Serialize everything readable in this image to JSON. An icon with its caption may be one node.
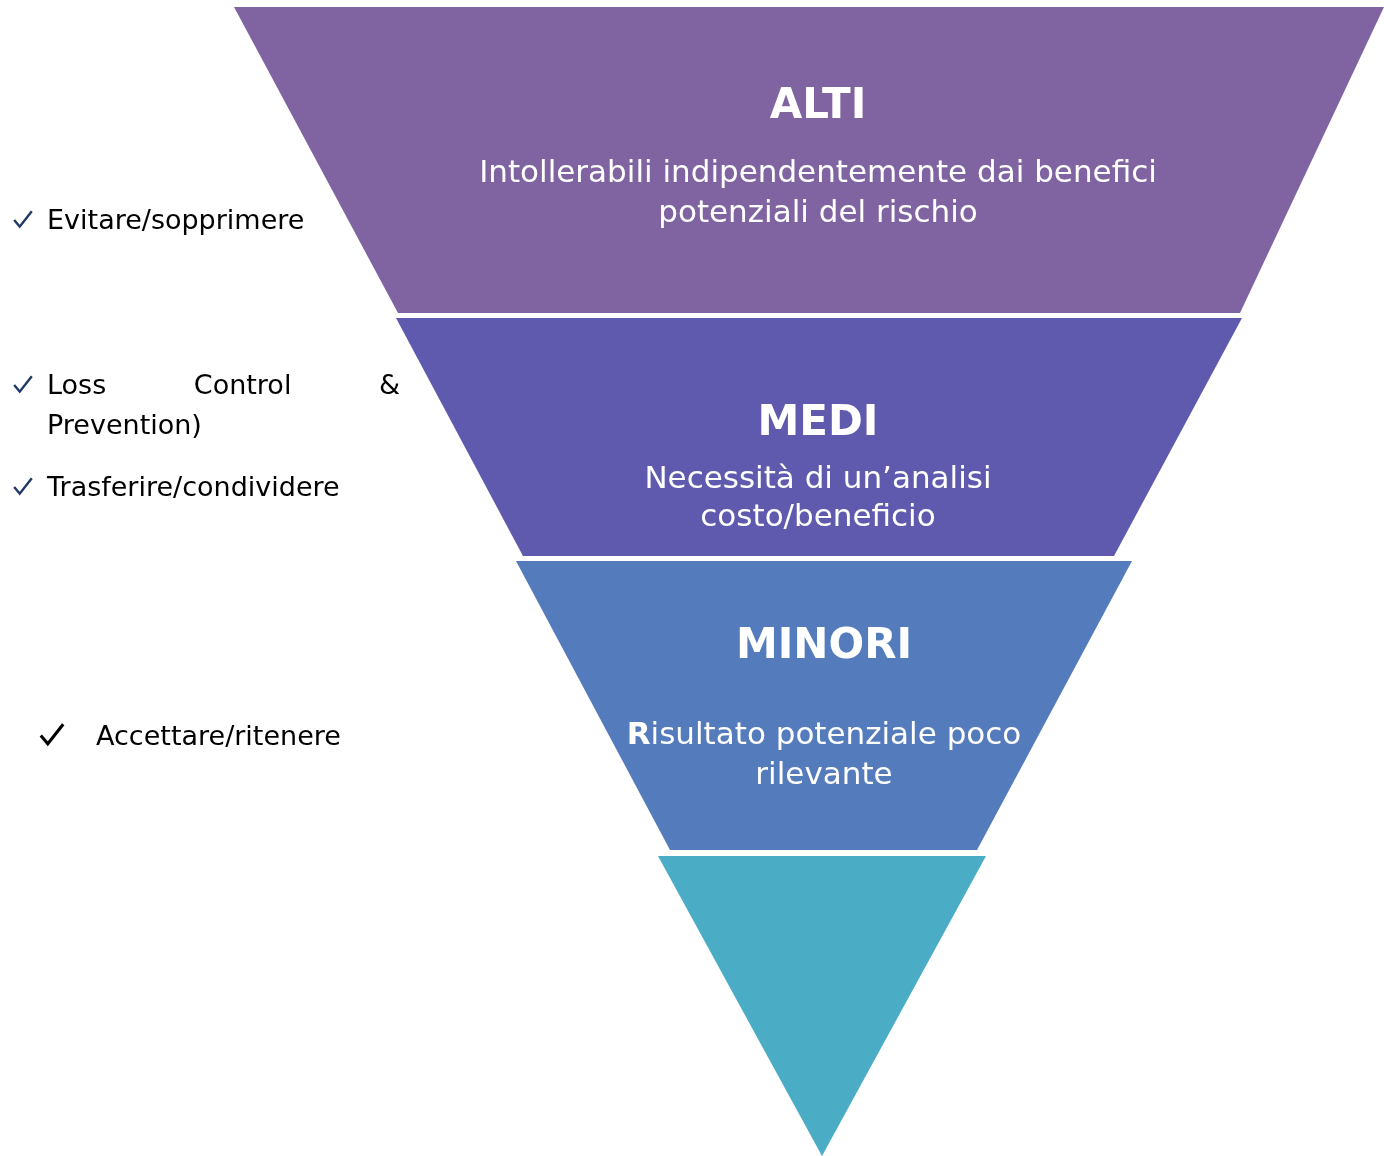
{
  "diagram": {
    "nodes": [
      {
        "text": [
          "ALTI",
          "Intollerabili indipendentemente dai benefici potenziali del rischio"
        ]
      },
      {
        "text": [
          "MEDI",
          "Necessità di un’analisi costo/beneficio"
        ]
      },
      {
        "text": [
          "MINORI",
          "**R**isultato potenziale poco rilevante"
        ]
      },
      {
        "text": [],
        "shape": "triangle"
      }
    ],
    "labels": [
      "Evitare/sopprimere",
      "Loss Control & Prevention)",
      "Trasferire/condividere",
      "Accettare/ritenere"
    ]
  }
}
